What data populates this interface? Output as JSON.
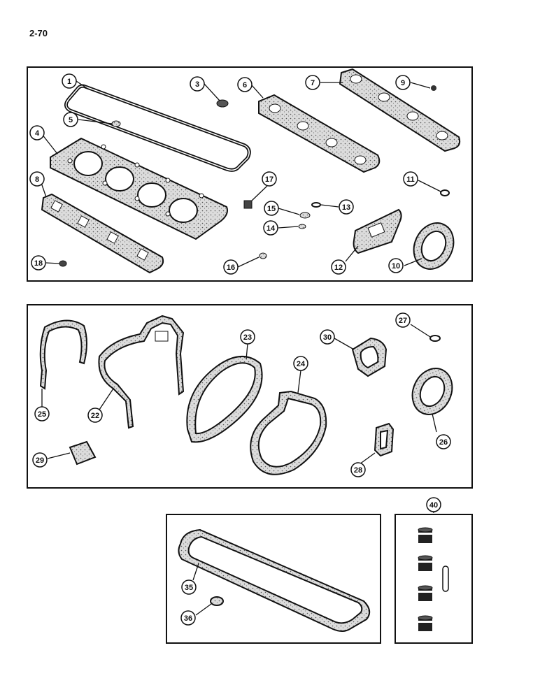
{
  "page_number": "2-70",
  "colors": {
    "ink": "#111111",
    "gasket_fill": "#d9d9d9",
    "paper": "#ffffff"
  },
  "callouts": {
    "c1": "1",
    "c3": "3",
    "c5": "5",
    "c4": "4",
    "c6": "6",
    "c7": "7",
    "c9": "9",
    "c8": "8",
    "c17": "17",
    "c11": "11",
    "c15": "15",
    "c13": "13",
    "c14": "14",
    "c18": "18",
    "c16": "16",
    "c12": "12",
    "c10": "10",
    "c27": "27",
    "c23": "23",
    "c30": "30",
    "c24": "24",
    "c25": "25",
    "c22": "22",
    "c26": "26",
    "c29": "29",
    "c28": "28",
    "c40": "40",
    "c35": "35",
    "c36": "36"
  }
}
